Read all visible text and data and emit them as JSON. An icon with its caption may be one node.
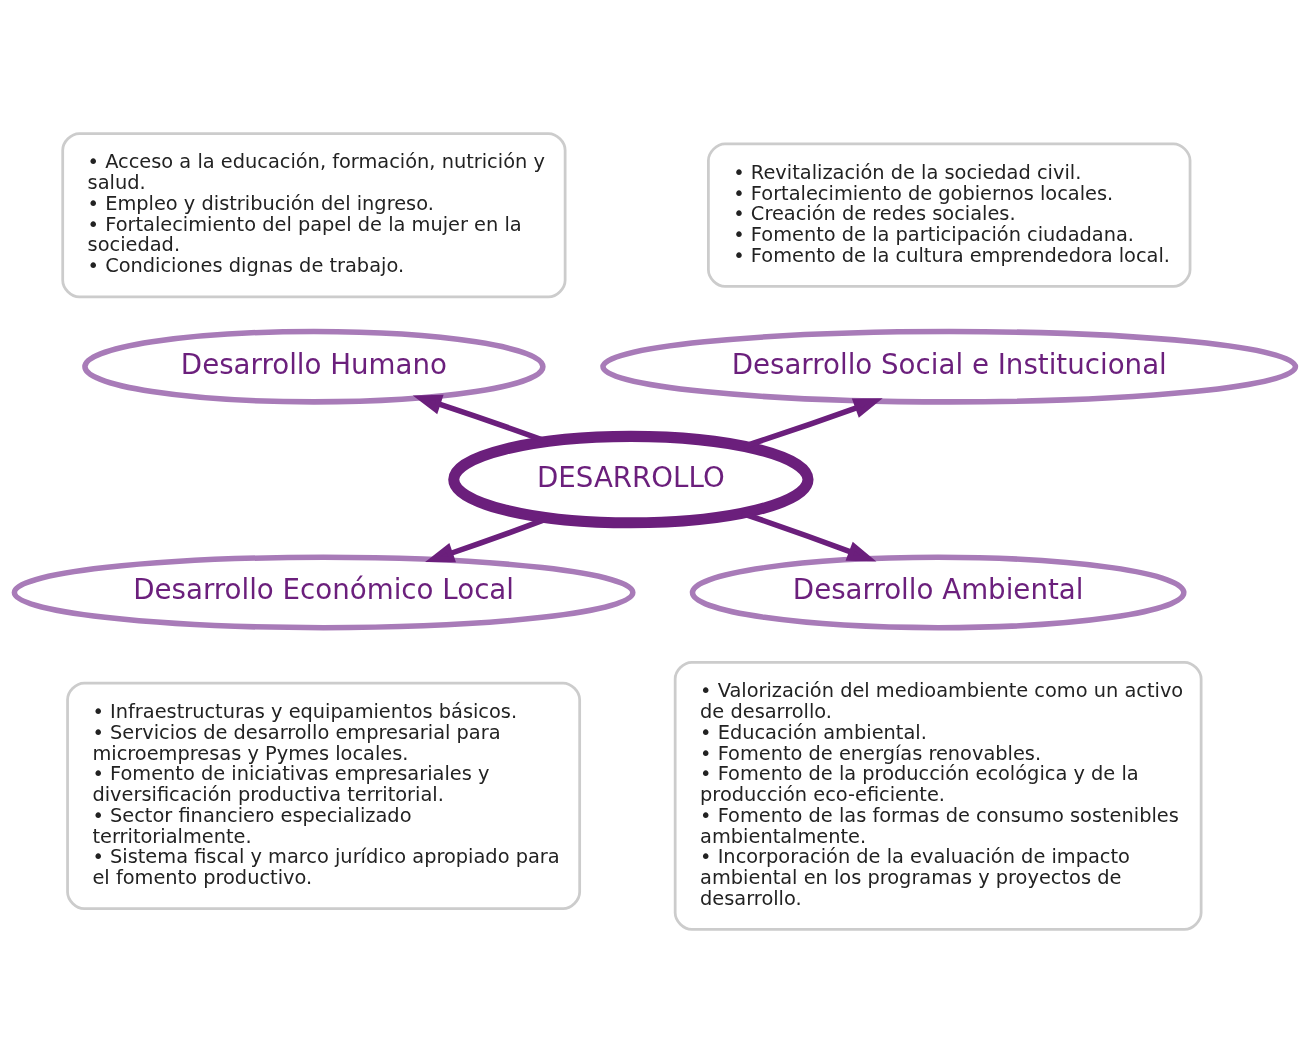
{
  "diagram": {
    "nodes": [
      {
        "text": [
          "• Acceso a la educación, formación, nutrición y salud.",
          "• Empleo y distribución del ingreso.",
          "• Fortalecimiento del papel de la mujer en la sociedad.",
          "• Condiciones dignas de trabajo."
        ]
      },
      {
        "text": [
          "• Revitalización de la sociedad civil.",
          "• Fortalecimiento de gobiernos locales.",
          "• Creación de redes sociales.",
          "• Fomento de la participación ciudadana.",
          "• Fomento de la cultura emprendedora local."
        ]
      },
      {
        "text": [
          "Desarrollo Humano"
        ]
      },
      {
        "text": [
          "Desarrollo Social e Institucional"
        ]
      },
      {
        "text": [
          "DESARROLLO"
        ]
      },
      {
        "text": [
          "Desarrollo Económico Local"
        ]
      },
      {
        "text": [
          "Desarrollo Ambiental"
        ]
      },
      {
        "text": [
          "• Infraestructuras y equipamientos básicos.",
          "• Servicios de desarrollo empresarial para microempresas y Pymes locales.",
          "• Fomento de iniciativas empresariales y diversificación productiva territorial.",
          "• Sector financiero especializado territorialmente.",
          "• Sistema fiscal y marco jurídico apropiado para el fomento productivo."
        ]
      },
      {
        "text": [
          "• Valorización del medioambiente como un activo de desarrollo.",
          "• Educación ambiental.",
          "• Fomento de energías renovables.",
          "• Fomento de la producción ecológica y de la producción eco-eficiente.",
          "• Fomento de las formas de consumo sostenibles ambientalmente.",
          "• Incorporación de la evaluación de impacto ambiental en los programas y proyectos de desarrollo."
        ]
      }
    ],
    "edges": [
      {
        "from": 4,
        "to": 2,
        "arrow": "to"
      },
      {
        "from": 4,
        "to": 3,
        "arrow": "to"
      },
      {
        "from": 4,
        "to": 5,
        "arrow": "to"
      },
      {
        "from": 4,
        "to": 6,
        "arrow": "to"
      }
    ]
  }
}
